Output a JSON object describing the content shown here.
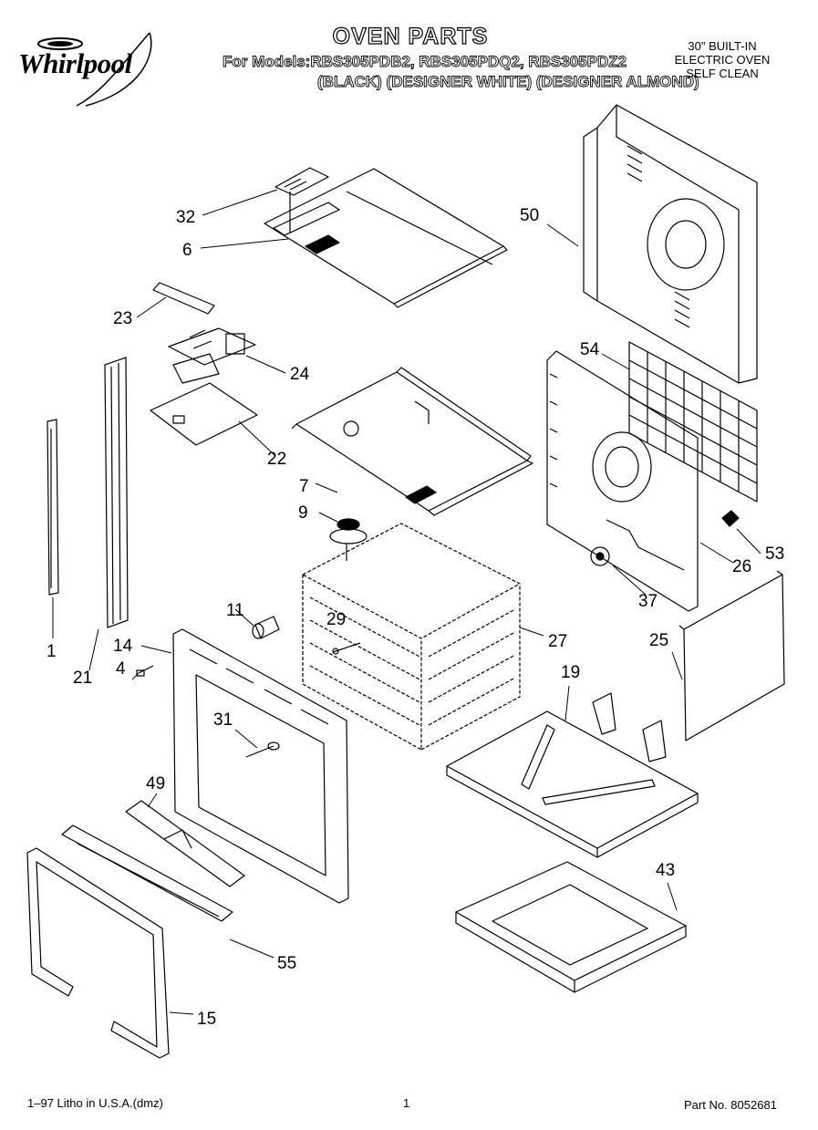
{
  "header": {
    "brand": "Whirlpool",
    "title": "OVEN PARTS",
    "models_line": "For Models:RBS305PDB2, RBS305PDQ2, RBS305PDZ2",
    "colors_line": "(BLACK) (DESIGNER WHITE) (DESIGNER ALMOND)",
    "description": [
      "30\" BUILT-IN",
      "ELECTRIC OVEN",
      "SELF CLEAN"
    ]
  },
  "callouts": {
    "p32": "32",
    "p6": "6",
    "p50": "50",
    "p23": "23",
    "p24": "24",
    "p54": "54",
    "p22": "22",
    "p7": "7",
    "p9": "9",
    "p53": "53",
    "p26": "26",
    "p1": "1",
    "p11": "11",
    "p29": "29",
    "p27": "27",
    "p37": "37",
    "p14": "14",
    "p25": "25",
    "p4": "4",
    "p21": "21",
    "p19": "19",
    "p31": "31",
    "p49": "49",
    "p43": "43",
    "p55": "55",
    "p15": "15"
  },
  "footer": {
    "litho": "1–97 Litho in U.S.A.(dmz)",
    "page": "1",
    "part_no": "Part No. 8052681"
  }
}
